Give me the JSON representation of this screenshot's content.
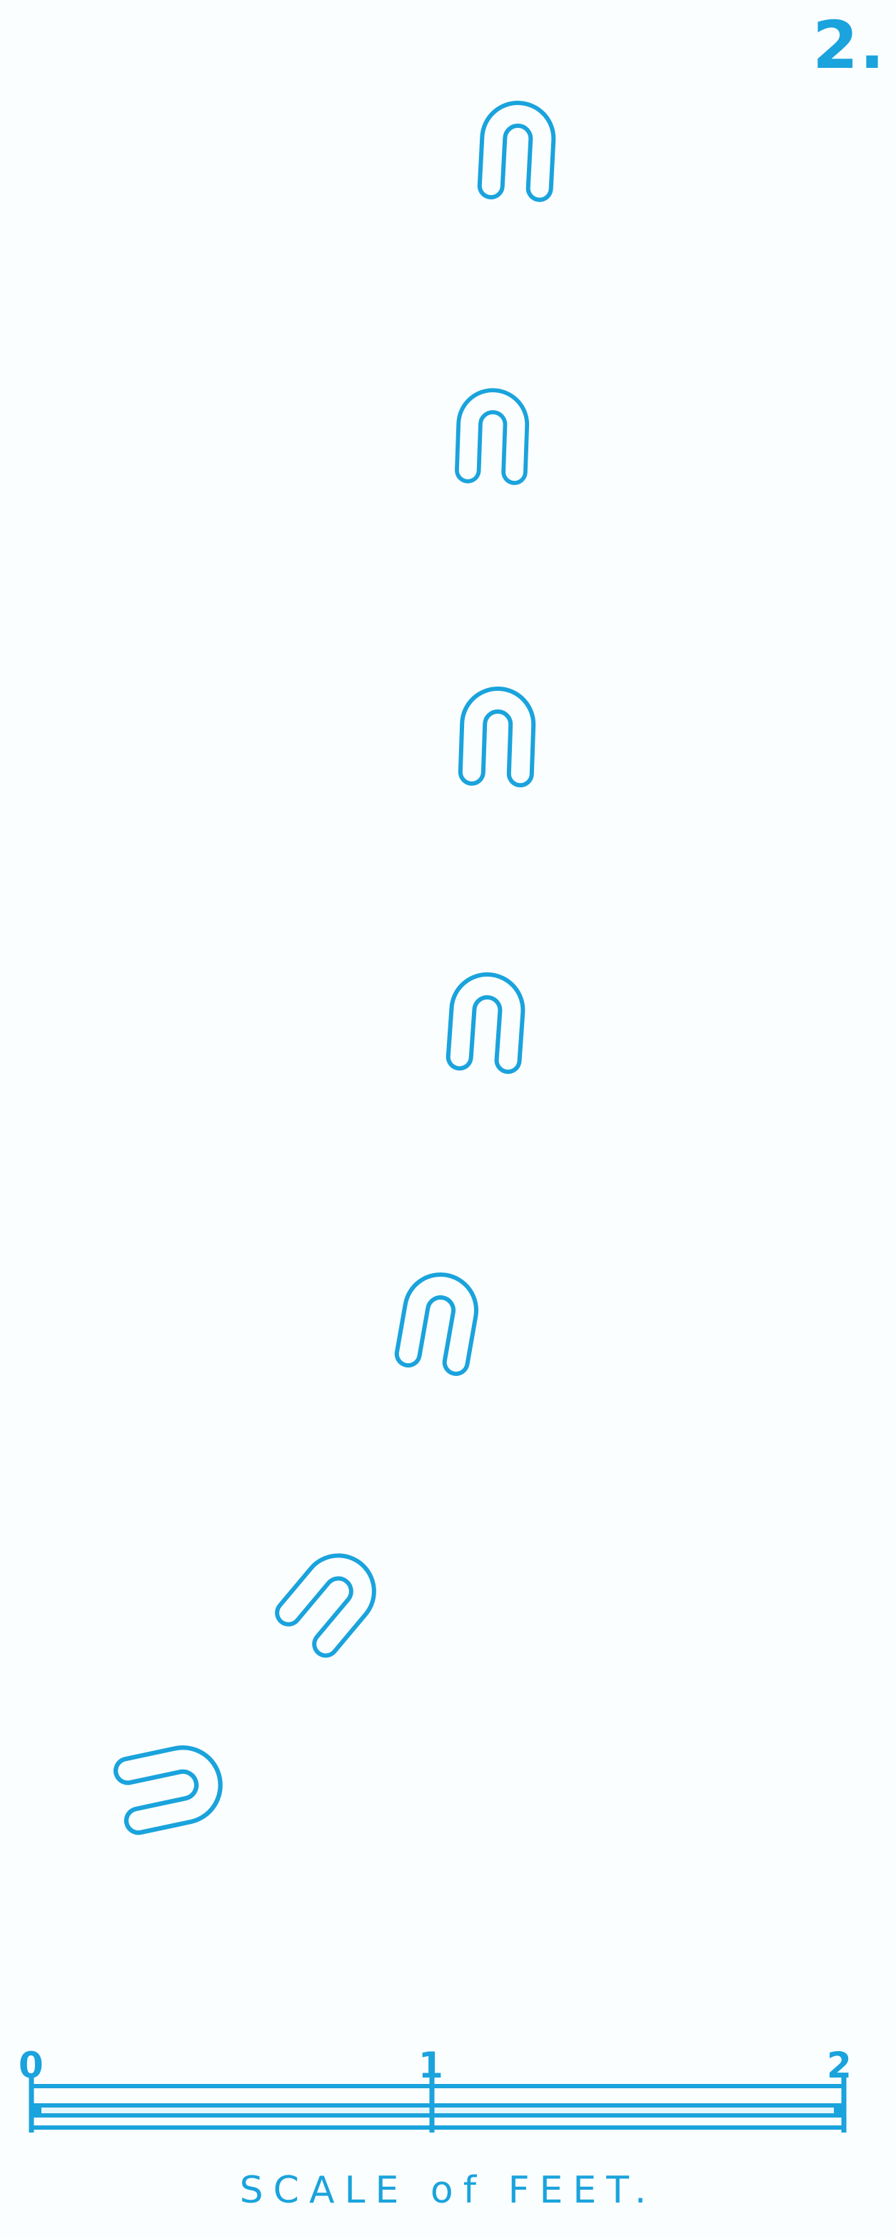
{
  "plate": {
    "number": "2.",
    "ink_color": "#1aa3dc"
  },
  "track": {
    "print_icon": "horseshoe-print-icon",
    "print_count": 7
  },
  "scale": {
    "ticks": [
      "0",
      "1",
      "2"
    ],
    "title": "SCALE of FEET."
  }
}
